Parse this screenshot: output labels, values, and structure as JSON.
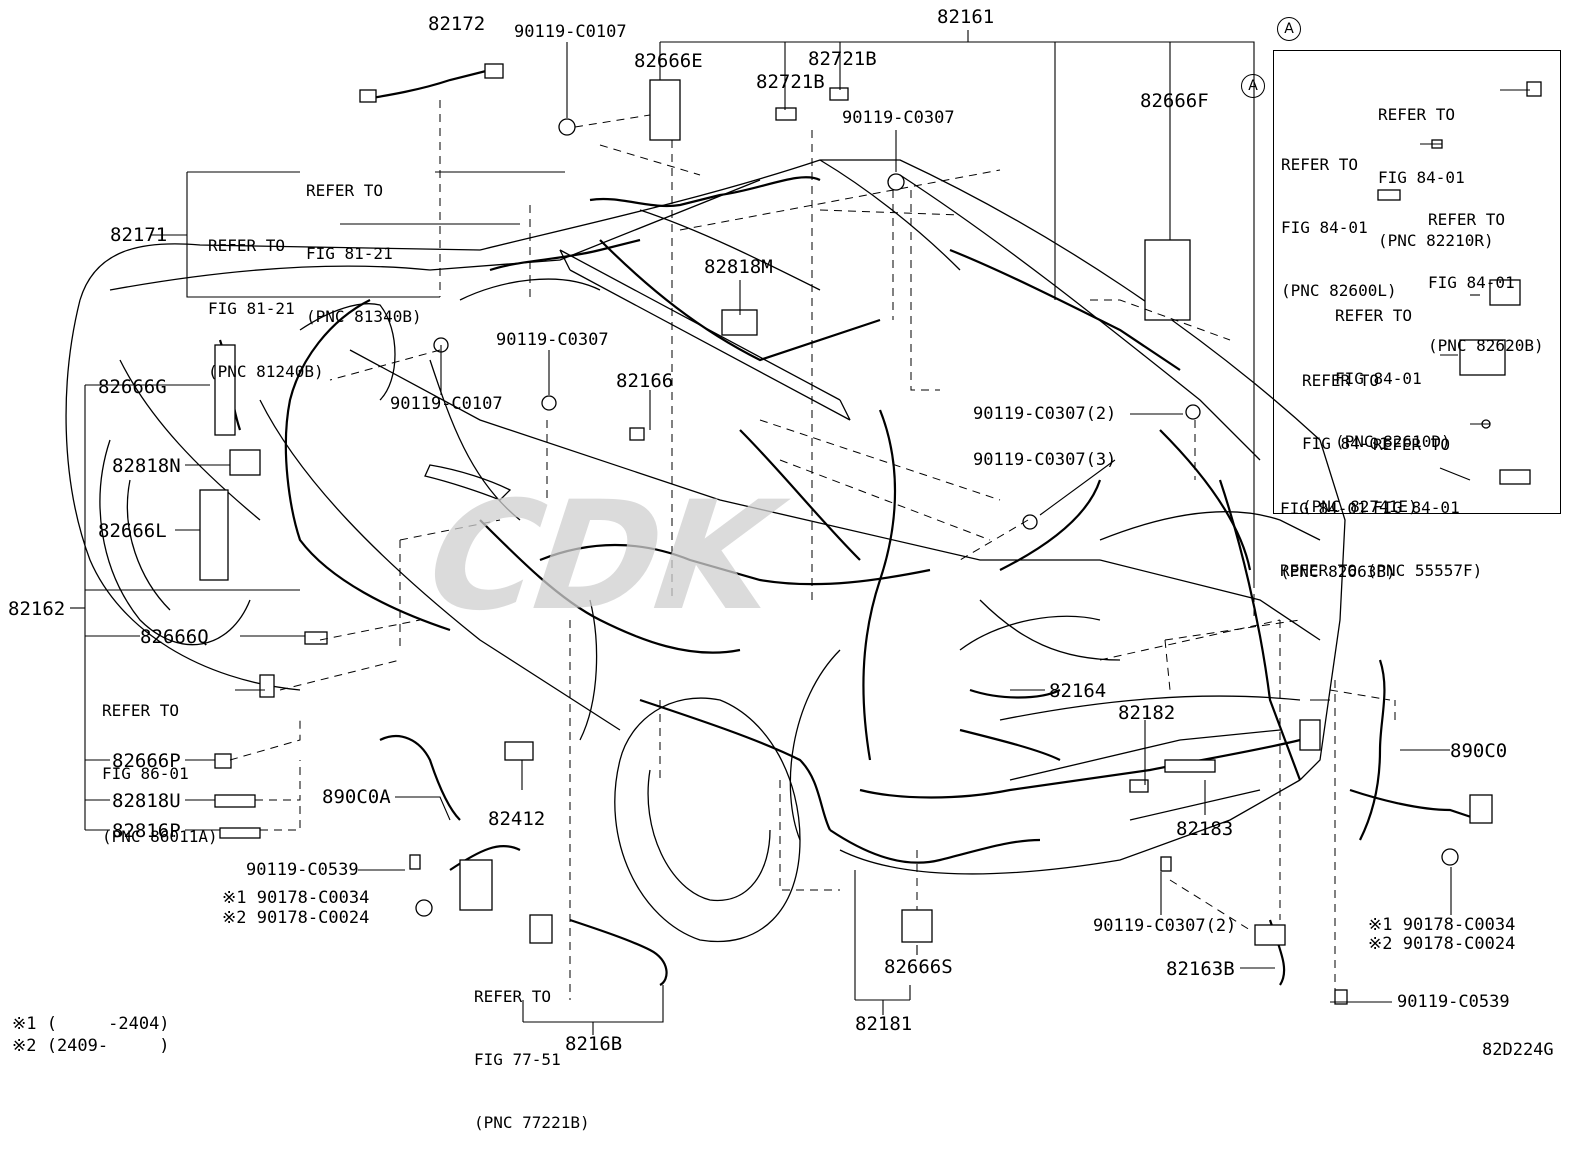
{
  "watermark": "CDK",
  "drawing_code": "82D224G",
  "section_marker": "A",
  "footnotes": {
    "note1": "※1 (     -2404)",
    "note2": "※2 (2409-     )"
  },
  "parts": {
    "p82172": "82172",
    "p82161": "82161",
    "p82666E": "82666E",
    "p82721B_a": "82721B",
    "p82721B_b": "82721B",
    "p82666F": "82666F",
    "p82171": "82171",
    "p82818M": "82818M",
    "p82166": "82166",
    "p82666G": "82666G",
    "p82818N": "82818N",
    "p82666L": "82666L",
    "p82162": "82162",
    "p82666Q": "82666Q",
    "p82666P": "82666P",
    "p82818U": "82818U",
    "p82816P": "82816P",
    "p890C0A": "890C0A",
    "p82412": "82412",
    "p82164": "82164",
    "p82182": "82182",
    "p82183": "82183",
    "p890C0": "890C0",
    "p82666S": "82666S",
    "p82181": "82181",
    "p8216B": "8216B",
    "p82163B": "82163B"
  },
  "bolts": {
    "b_c0107_top": "90119-C0107",
    "b_c0307_top": "90119-C0307",
    "b_c0307_mid": "90119-C0307",
    "b_c0107_mid": "90119-C0107",
    "b_c0307_2": "90119-C0307(2)",
    "b_c0307_3": "90119-C0307(3)",
    "b_c0539_left": "90119-C0539",
    "b_c0034_left": "※1 90178-C0034",
    "b_c0024_left": "※2 90178-C0024",
    "b_c0307_2_bottom": "90119-C0307(2)",
    "b_c0034_right": "※1 90178-C0034",
    "b_c0024_right": "※2 90178-C0024",
    "b_c0539_right": "90119-C0539"
  },
  "refs": {
    "r81340B": [
      "REFER TO",
      "FIG 81-21",
      "(PNC 81340B)"
    ],
    "r81240B": [
      "REFER TO",
      "FIG 81-21",
      "(PNC 81240B)"
    ],
    "r86011A": [
      "REFER TO",
      "FIG 86-01",
      "(PNC 86011A)"
    ],
    "r77221B": [
      "REFER TO",
      "FIG 77-51",
      "(PNC 77221B)"
    ],
    "r82210R": [
      "REFER TO",
      "FIG 84-01",
      "(PNC 82210R)"
    ],
    "r82600L": [
      "REFER TO",
      "FIG 84-01",
      "(PNC 82600L)"
    ],
    "r82620B": [
      "REFER TO",
      "FIG 84-01",
      "(PNC 82620B)"
    ],
    "r82610D": [
      "REFER TO",
      "FIG 84-01",
      "(PNC 82610D)"
    ],
    "r82741E": [
      "REFER TO",
      "FIG 84-01",
      "(PNC 82741E)"
    ],
    "r55557F": [
      "REFER TO",
      "FIG 84-01",
      "REFER TO (PNC 55557F)"
    ],
    "r82663B": [
      "FIG 84-01",
      "(PNC 82663B)"
    ]
  }
}
